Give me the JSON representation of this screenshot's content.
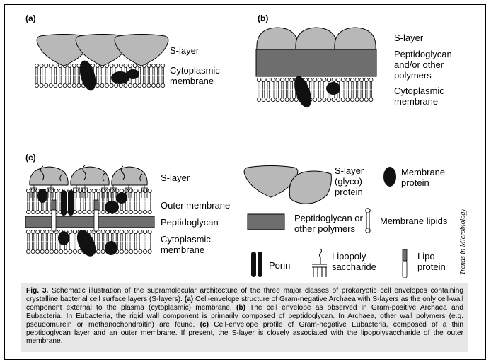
{
  "panels": {
    "a": {
      "label": "(a)",
      "s_layer": "S-layer",
      "membrane_line1": "Cytoplasmic",
      "membrane_line2": "membrane"
    },
    "b": {
      "label": "(b)",
      "s_layer": "S-layer",
      "pg_line1": "Peptidoglycan",
      "pg_line2": "and/or other",
      "pg_line3": "polymers",
      "membrane_line1": "Cytoplasmic",
      "membrane_line2": "membrane"
    },
    "c": {
      "label": "(c)",
      "s_layer": "S-layer",
      "outer_membrane": "Outer membrane",
      "peptidoglycan": "Peptidoglycan",
      "membrane_line1": "Cytoplasmic",
      "membrane_line2": "membrane"
    }
  },
  "legend": {
    "slayer_line1": "S-layer",
    "slayer_line2": "(glyco)-",
    "slayer_line3": "protein",
    "membrane_protein_line1": "Membrane",
    "membrane_protein_line2": "protein",
    "pg_line1": "Peptidoglycan or",
    "pg_line2": "other polymers",
    "membrane_lipids": "Membrane lipids",
    "porin": "Porin",
    "lps_line1": "Lipopoly-",
    "lps_line2": "saccharide",
    "lipoprotein_line1": "Lipo-",
    "lipoprotein_line2": "protein"
  },
  "credit": "Trends in Microbiology",
  "caption": {
    "fig_label": "Fig. 3.",
    "intro": "Schematic illustration of the supramolecular architecture of the three major classes of prokaryotic cell envelopes containing crystalline bacterial cell surface layers (S-layers).",
    "a_label": "(a)",
    "a_text": "Cell-envelope structure of Gram-negative Archaea with S-layers as the only cell-wall component external to the plasma (cytoplasmic) membrane.",
    "b_label": "(b)",
    "b_text": "The cell envelope as observed in Gram-positive Archaea and Eubacteria. In Eubacteria, the rigid wall component is primarily composed of peptidoglycan. In Archaea, other wall polymers (e.g. pseudomurein or methanochondroitin) are found.",
    "c_label": "(c)",
    "c_text": "Cell-envelope profile of Gram-negative Eubacteria, composed of a thin peptidoglycan layer and an outer membrane. If present, the S-layer is closely associated with the lipopolysaccharide of the outer membrane."
  },
  "colors": {
    "protein_gray": "#b8b8b8",
    "peptidoglycan_gray": "#6e6e6e",
    "caption_bg": "#e7e7e7",
    "ink": "#000000"
  }
}
